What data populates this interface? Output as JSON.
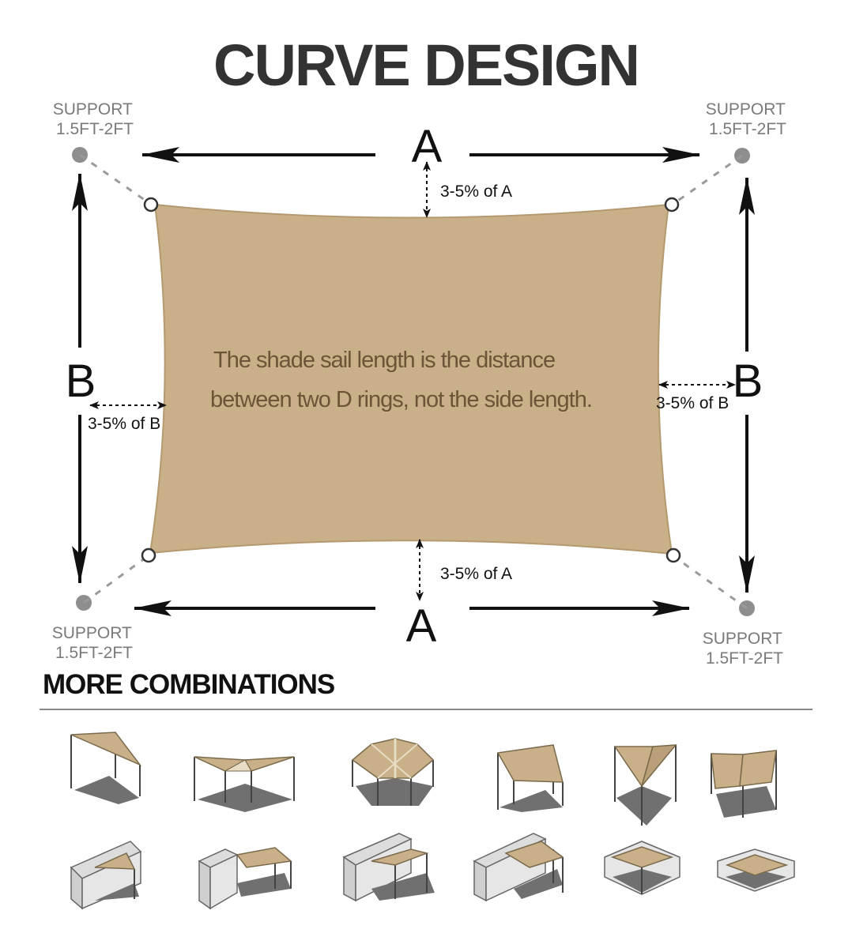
{
  "title": "CURVE DESIGN",
  "support_labels": [
    {
      "line1": "SUPPORT",
      "line2": "1.5FT-2FT"
    },
    {
      "line1": "SUPPORT",
      "line2": "1.5FT-2FT"
    },
    {
      "line1": "SUPPORT",
      "line2": "1.5FT-2FT"
    },
    {
      "line1": "SUPPORT",
      "line2": "1.5FT-2FT"
    }
  ],
  "dimension_a": "A",
  "dimension_b": "B",
  "offset_a": "3-5% of A",
  "offset_b": "3-5% of B",
  "sail_note": {
    "line1": "The shade sail length is the distance",
    "line2": "between two D rings, not the side length."
  },
  "combinations_heading": "MORE COMBINATIONS",
  "colors": {
    "sail": "#c9b088",
    "sail_stroke": "#b39a70",
    "note_text": "#6b5437",
    "arrow": "#111111",
    "support_dot": "#8e8e8e",
    "support_text": "#7a7a7a",
    "shadow": "#6f6f6f",
    "wall": "#dcdcdc"
  },
  "combination_icons": [
    "triangle-sail-icon",
    "double-triangle-sail-icon",
    "hexagon-sail-icon",
    "square-sail-icon",
    "crossed-triangle-sail-icon",
    "double-square-sail-icon",
    "wall-triangle-sail-icon",
    "wall-square-sail-icon",
    "wall-double-sail-icon",
    "wall-angled-sail-icon",
    "courtyard-square-sail-icon",
    "courtyard-diamond-sail-icon"
  ]
}
